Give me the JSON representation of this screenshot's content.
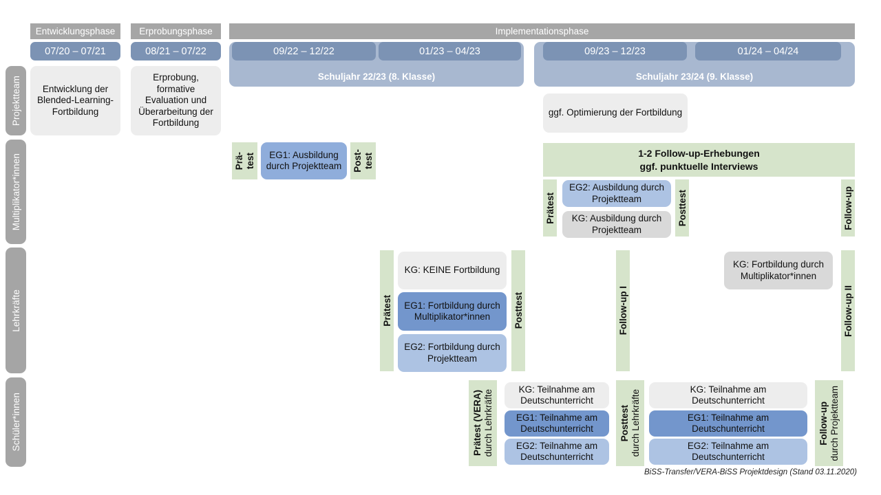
{
  "diagram": {
    "title": "BiSS-Transfer/VERA-BiSS Projektdesign",
    "footer": "BiSS-Transfer/VERA-BiSS Projektdesign (Stand 03.11.2020)"
  },
  "colors": {
    "row_label": "#a5a5a5",
    "phase_bar": "#a6a6a6",
    "date_bar": "#7c93b4",
    "year_band": "#a8b8d0",
    "green": "#d6e4cb",
    "grey_box": "#ededed",
    "grey_box_dark": "#d9d9d9",
    "blue_dark": "#7396cc",
    "blue_mid": "#8faddb",
    "blue_light": "#adc3e3"
  },
  "phases": [
    {
      "label": "Entwicklungsphase"
    },
    {
      "label": "Erprobungsphase"
    },
    {
      "label": "Implementationsphase"
    }
  ],
  "periods": [
    {
      "label": "07/20 – 07/21"
    },
    {
      "label": "08/21 – 07/22"
    },
    {
      "label": "09/22 – 12/22"
    },
    {
      "label": "01/23 – 04/23"
    },
    {
      "label": "09/23 – 12/23"
    },
    {
      "label": "01/24 – 04/24"
    }
  ],
  "school_years": [
    {
      "label": "Schuljahr 22/23 (8. Klasse)"
    },
    {
      "label": "Schuljahr 23/24 (9. Klasse)"
    }
  ],
  "rows": {
    "projektteam": {
      "label": "Projektteam",
      "boxes": [
        {
          "text": "Entwicklung der Blended-Learning-Fortbildung"
        },
        {
          "text": "Erprobung, formative Evaluation und Überarbeitung der Fortbildung"
        },
        {
          "text": "ggf. Optimierung der Fortbildung"
        }
      ]
    },
    "multiplikatoren": {
      "label": "Multiplikator*innen",
      "banner": {
        "line1": "1-2 Follow-up-Erhebungen",
        "line2": "ggf. punktuelle Interviews"
      },
      "tests": [
        {
          "part1": "Prä-",
          "part2": "test"
        },
        {
          "part1": "Post-",
          "part2": "test"
        },
        {
          "label": "Prätest"
        },
        {
          "label": "Posttest"
        },
        {
          "label": "Follow-up"
        }
      ],
      "boxes": [
        {
          "text": "EG1: Ausbildung durch Projektteam"
        },
        {
          "text": "EG2: Ausbildung durch Projektteam"
        },
        {
          "text": "KG: Ausbildung durch Projektteam"
        }
      ]
    },
    "lehrkraefte": {
      "label": "Lehrkräfte",
      "tests": [
        {
          "label": "Prätest"
        },
        {
          "label": "Posttest"
        },
        {
          "label": "Follow-up I"
        },
        {
          "label": "Follow-up II"
        }
      ],
      "boxes": [
        {
          "text": "KG:  KEINE Fortbildung"
        },
        {
          "text": "EG1: Fortbildung durch Multiplikator*innen"
        },
        {
          "text": "EG2: Fortbildung durch Projektteam"
        },
        {
          "text": "KG: Fortbildung durch Multiplikator*innen"
        }
      ]
    },
    "schueler": {
      "label": "Schüler*innen",
      "tests": [
        {
          "bold": "Prätest (VERA)",
          "regular": "durch Lehrkräfte"
        },
        {
          "bold": "Posttest",
          "regular": "durch Lehrkräfte"
        },
        {
          "bold": "Follow-up",
          "regular": "durch Projektteam"
        }
      ],
      "boxes_left": [
        {
          "text": "KG: Teilnahme am Deutschunterricht"
        },
        {
          "text": "EG1: Teilnahme am Deutschunterricht"
        },
        {
          "text": "EG2: Teilnahme am Deutschunterricht"
        }
      ],
      "boxes_right": [
        {
          "text": "KG: Teilnahme am Deutschunterricht"
        },
        {
          "text": "EG1: Teilnahme am Deutschunterricht"
        },
        {
          "text": "EG2: Teilnahme am Deutschunterricht"
        }
      ]
    }
  }
}
